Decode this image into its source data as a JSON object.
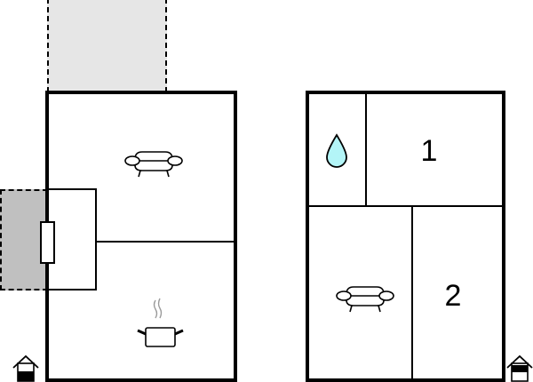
{
  "floorplan": {
    "floors": [
      {
        "id": "ground-floor",
        "rooms": [
          {
            "type": "living-room",
            "icon": "sofa-icon"
          },
          {
            "type": "kitchen",
            "icon": "cooking-pot-icon"
          },
          {
            "type": "entrance-hall",
            "icon": null
          }
        ],
        "extras": [
          {
            "type": "terrace",
            "style": "dashed",
            "fill": "#e6e6e6"
          },
          {
            "type": "terrace",
            "style": "dashed",
            "fill": "#c0c0c0"
          },
          {
            "type": "door"
          }
        ],
        "level_indicator_icon": "house-ground-floor-icon"
      },
      {
        "id": "upper-floor",
        "rooms": [
          {
            "type": "bathroom",
            "icon": "water-drop-icon"
          },
          {
            "type": "bedroom",
            "label": "1"
          },
          {
            "type": "living-room",
            "icon": "sofa-icon"
          },
          {
            "type": "bedroom",
            "label": "2"
          }
        ],
        "level_indicator_icon": "house-upper-floor-icon"
      }
    ],
    "colors": {
      "wall": "#000000",
      "terrace_light": "#e6e6e6",
      "terrace_dark": "#c0c0c0",
      "water": "#b3f5f7"
    }
  }
}
